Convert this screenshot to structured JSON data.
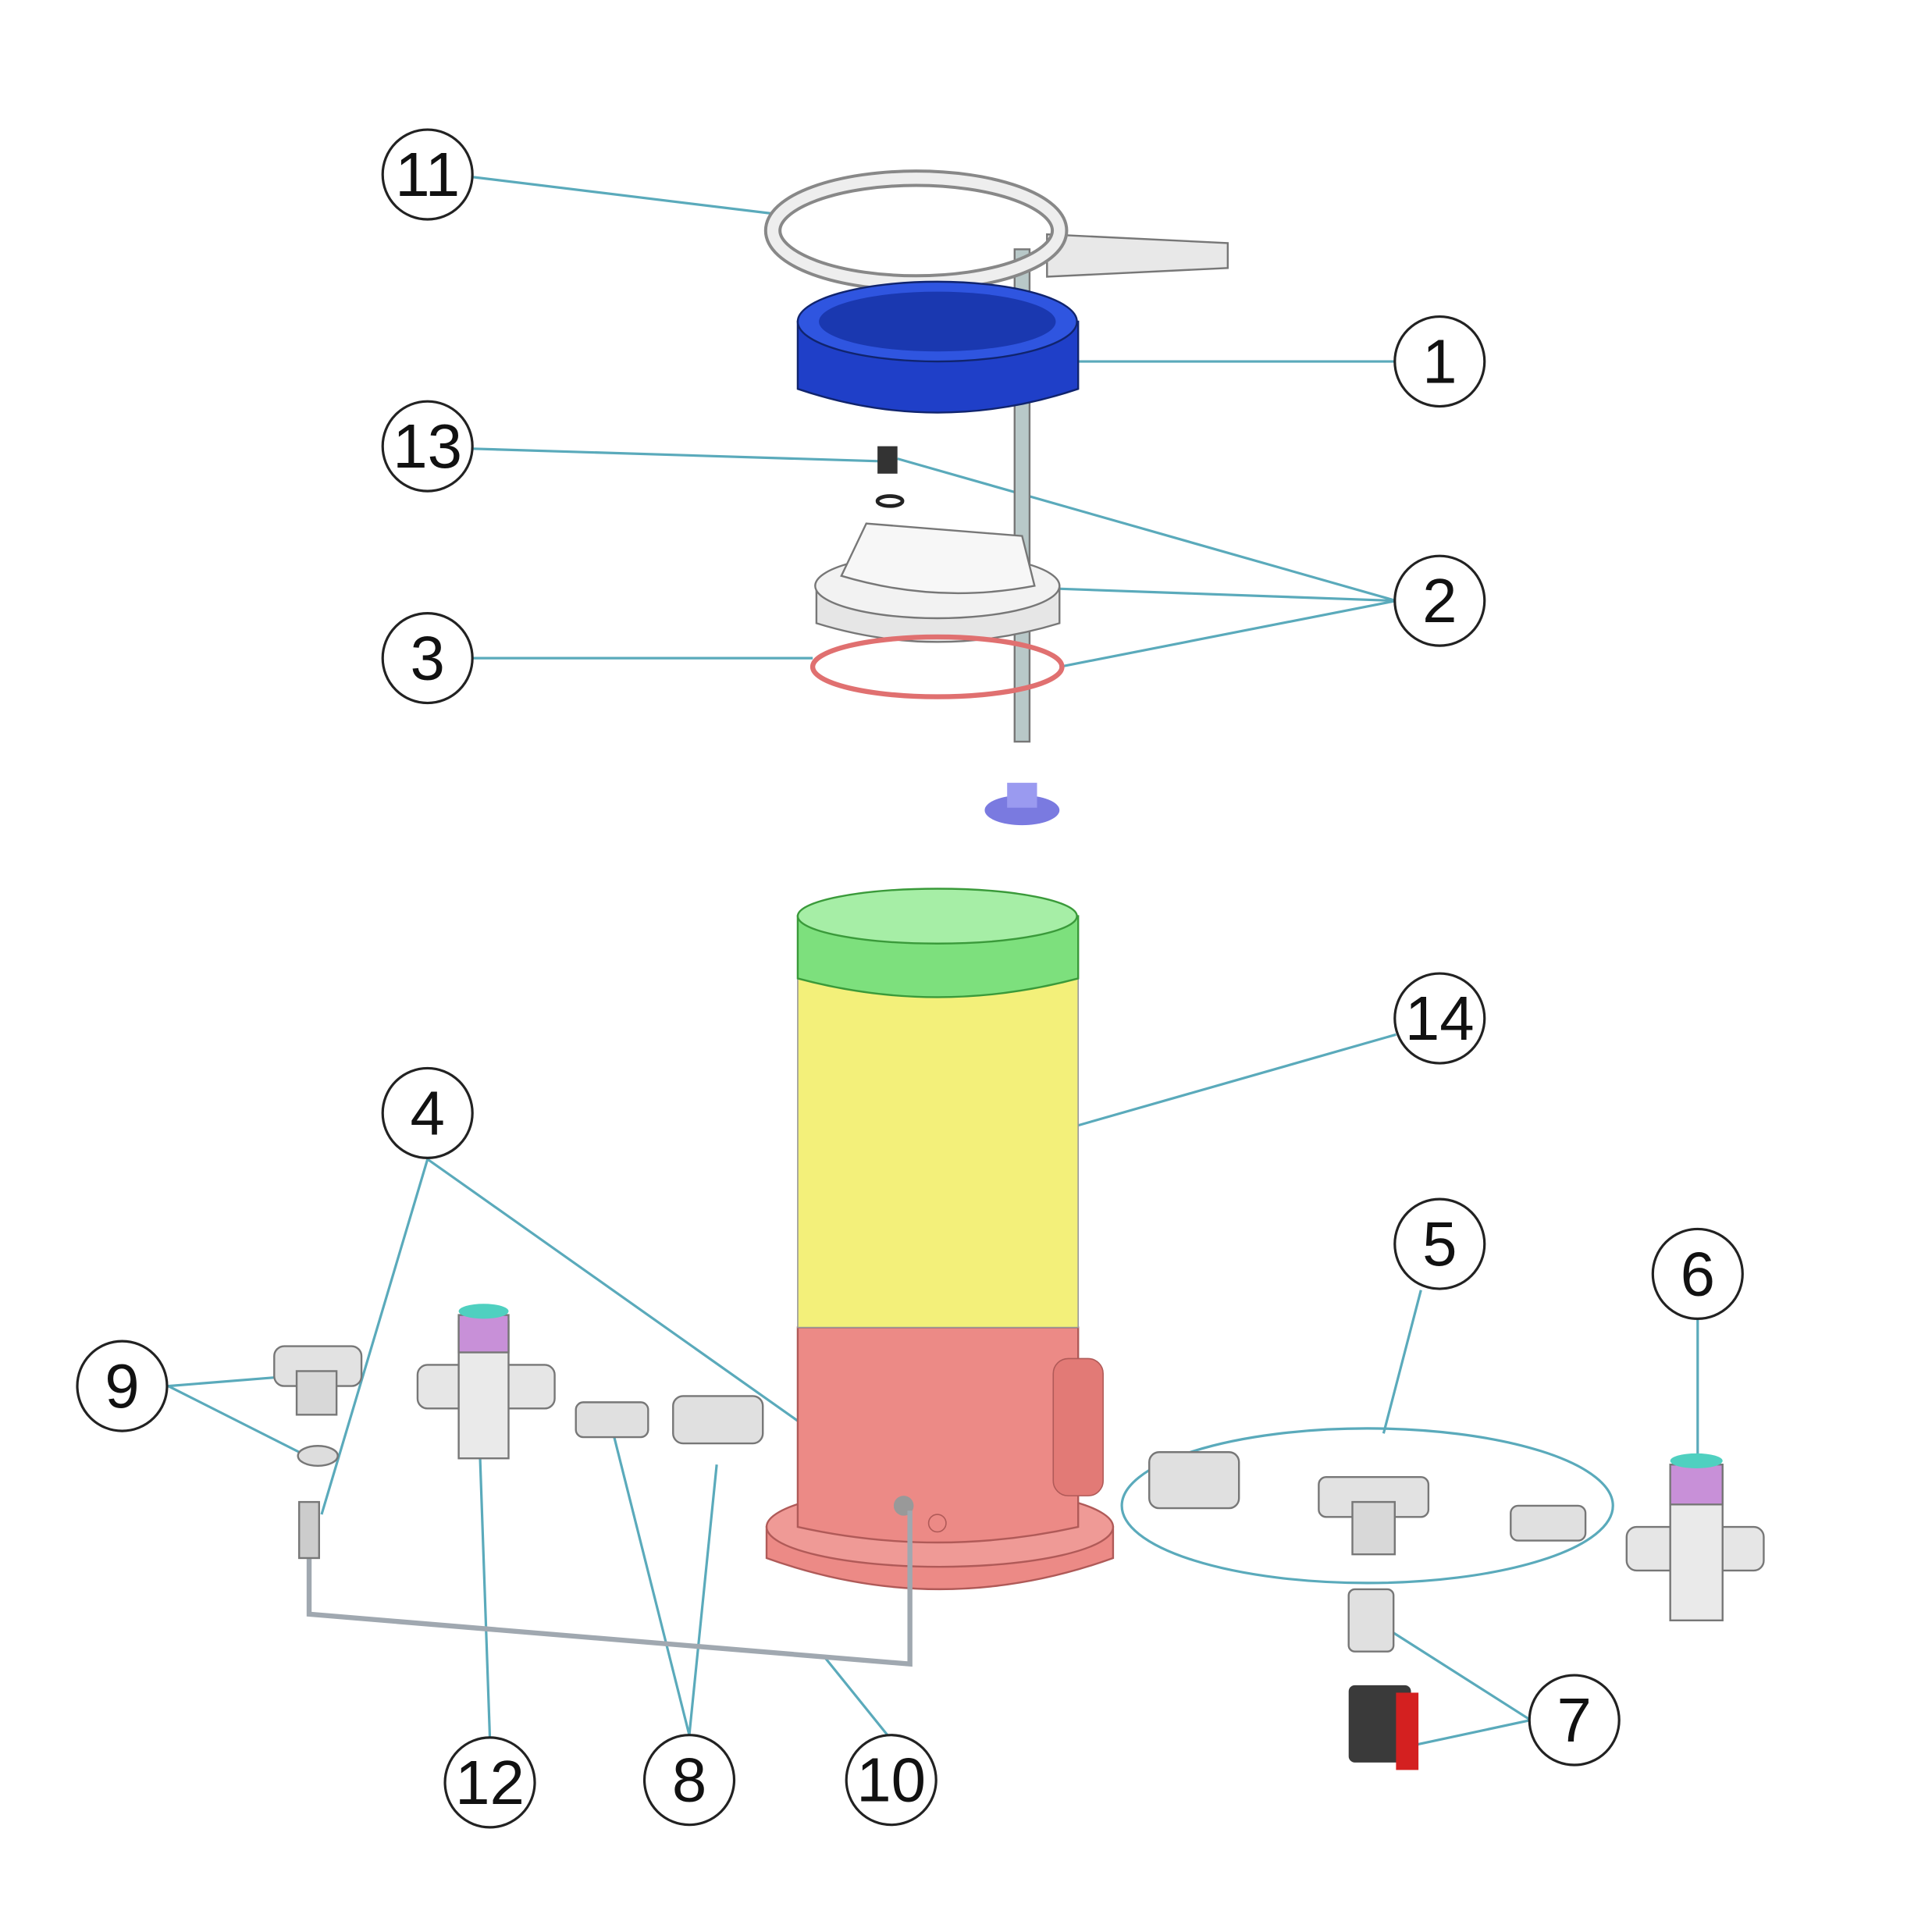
{
  "diagram": {
    "type": "exploded-parts-diagram",
    "callouts": [
      {
        "id": "c11",
        "label": "11"
      },
      {
        "id": "c1",
        "label": "1"
      },
      {
        "id": "c13",
        "label": "13"
      },
      {
        "id": "c2",
        "label": "2"
      },
      {
        "id": "c3",
        "label": "3"
      },
      {
        "id": "c14",
        "label": "14"
      },
      {
        "id": "c4",
        "label": "4"
      },
      {
        "id": "c5",
        "label": "5"
      },
      {
        "id": "c6",
        "label": "6"
      },
      {
        "id": "c9",
        "label": "9"
      },
      {
        "id": "c7",
        "label": "7"
      },
      {
        "id": "c12",
        "label": "12"
      },
      {
        "id": "c8",
        "label": "8"
      },
      {
        "id": "c10",
        "label": "10"
      }
    ],
    "colors": {
      "leader": "#5aaabb",
      "nut": "#1f3fc8",
      "thread": "#7de07d",
      "body_upper": "#f3f07a",
      "body_lower": "#ec8a86",
      "oring": "#e07070",
      "valve_handle": "#d42020"
    }
  }
}
